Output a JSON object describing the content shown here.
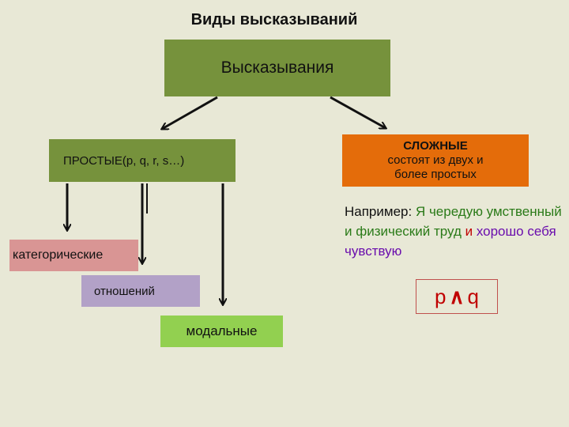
{
  "title": "Виды высказываний",
  "root": "Высказывания",
  "simple": {
    "label": "ПРОСТЫЕ",
    "vars": " (p, q, r, s…)"
  },
  "complex": {
    "line1": "СЛОЖНЫЕ",
    "line2": "состоят из двух и",
    "line3": "более простых"
  },
  "categories": {
    "cat": "категорические",
    "rel": "отношений",
    "modal": "модальные"
  },
  "example": {
    "prefix": "Например: ",
    "part1": "Я чередую умственный и физический труд",
    "conj": " и ",
    "part2": "хорошо себя чувствую"
  },
  "formula": {
    "p": "p",
    "op": "∧",
    "q": "q"
  },
  "colors": {
    "root": "#76923c",
    "simple": "#76923c",
    "complex": "#e46c0a",
    "cat": "#d99594",
    "rel": "#b2a1c7",
    "modal": "#92d050"
  }
}
